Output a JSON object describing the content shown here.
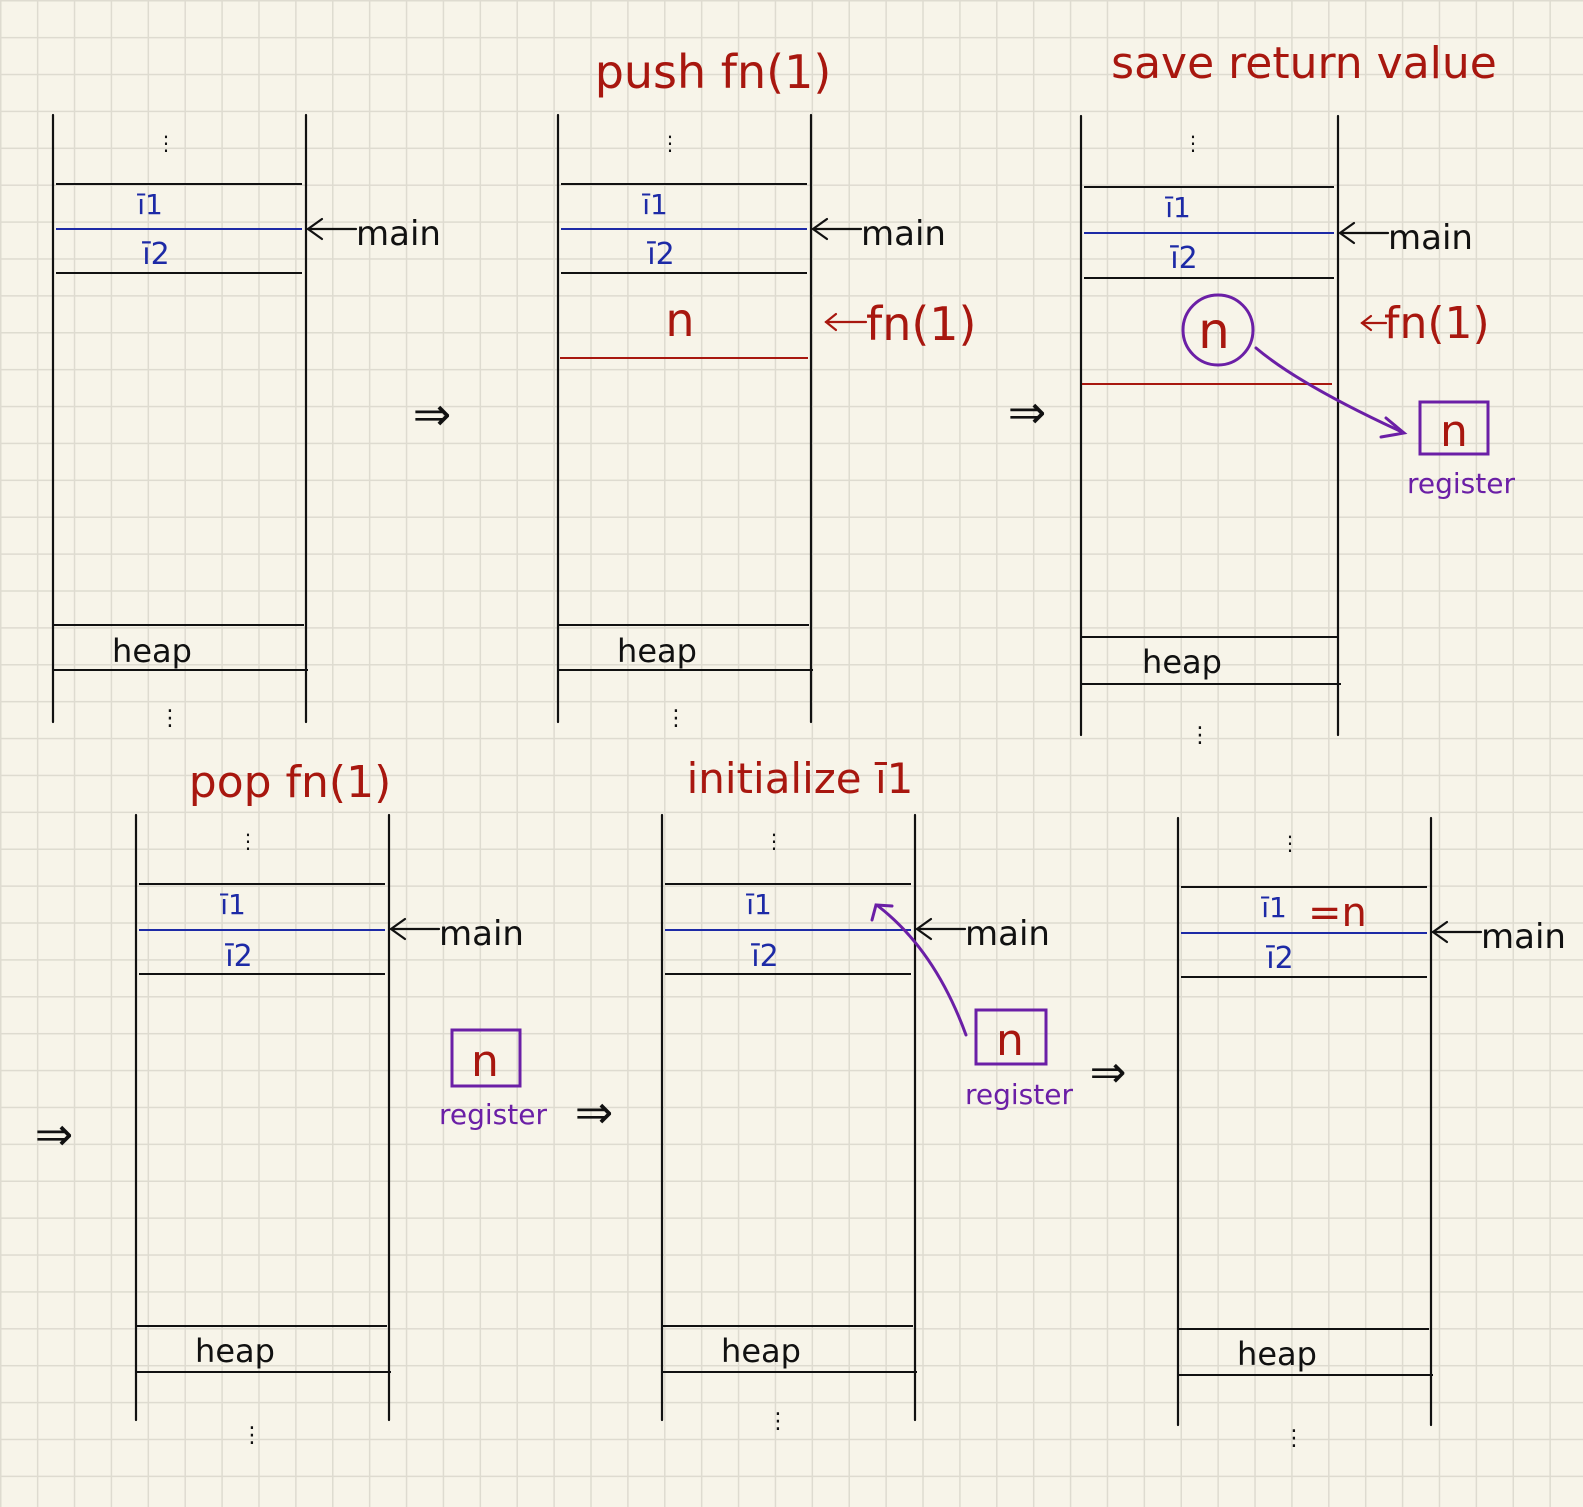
{
  "colors": {
    "paper": "#f7f4e9",
    "grid": "#dedbd0",
    "ink": "#111111",
    "red_ink": "#a8170f",
    "blue_ink": "#1d2aa6",
    "purple_ink": "#6b1fa6"
  },
  "labels": {
    "i1": "ī1",
    "i2": "ī2",
    "main": "main",
    "heap": "heap",
    "n": "n",
    "fn1": "fn(1)",
    "register": "register",
    "i1_assign": "=n"
  },
  "titles": {
    "push": "push fn(1)",
    "save": "save return value",
    "pop": "pop fn(1)",
    "init": "initialize ī1"
  }
}
